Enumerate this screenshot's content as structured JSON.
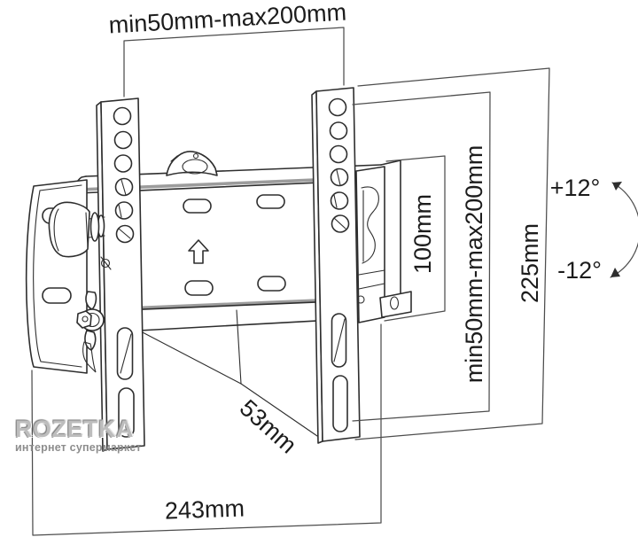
{
  "dimensions": {
    "top_width": "min50mm-max200mm",
    "vesa_vertical": "100mm",
    "vertical_range": "min50mm-max200mm",
    "overall_height": "225mm",
    "tilt_up": "+12°",
    "tilt_down": "-12°",
    "depth": "53mm",
    "overall_width": "243mm"
  },
  "watermark": {
    "brand": "ROZETKA",
    "tagline": "интернет супермаркет"
  },
  "colors": {
    "line": "#2e2e2e",
    "dimension_line": "#4d4d4d",
    "accent_gray": "#9c9c9c",
    "watermark_gray": "#bdbdbd",
    "background": "#ffffff"
  }
}
